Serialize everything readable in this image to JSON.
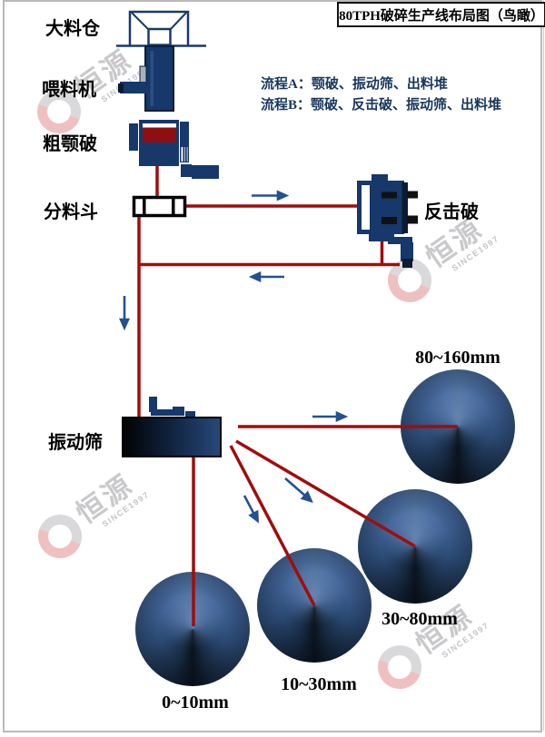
{
  "title": "80TPH破碎生产线布局图（鸟瞰）",
  "flow": {
    "line_a": "流程A：颚破、振动筛、出料堆",
    "line_b": "流程B：颚破、反击破、振动筛、出料堆"
  },
  "labels": {
    "big_bin": "大料仓",
    "feeder": "喂料机",
    "coarse_jaw": "粗颚破",
    "splitter": "分料斗",
    "impact_crusher": "反击破",
    "vibrating_screen": "振动筛"
  },
  "piles": [
    {
      "label": "80~160mm"
    },
    {
      "label": "30~80mm"
    },
    {
      "label": "10~30mm"
    },
    {
      "label": "0~10mm"
    }
  ],
  "watermark": {
    "name": "恒源",
    "since": "SINCE1997"
  },
  "colors": {
    "line_red": "#a00d0d",
    "machine_navy": "#16386b",
    "machine_dark": "#0d1b30",
    "jaw_band_red": "#8e0f12",
    "arrow_blue": "#24518f",
    "flow_text_blue": "#17365d",
    "pile_blue": "#3f6194",
    "frame_gray": "#b9b9b9"
  }
}
